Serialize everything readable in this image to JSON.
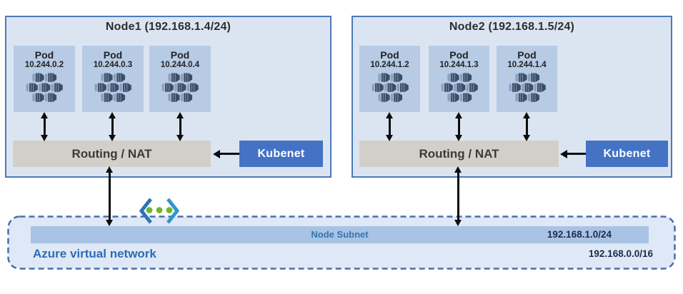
{
  "nodes": [
    {
      "title": "Node1 (192.168.1.4/24)",
      "pods": [
        {
          "label": "Pod",
          "ip": "10.244.0.2"
        },
        {
          "label": "Pod",
          "ip": "10.244.0.3"
        },
        {
          "label": "Pod",
          "ip": "10.244.0.4"
        }
      ],
      "routing_label": "Routing / NAT",
      "kubenet_label": "Kubenet"
    },
    {
      "title": "Node2 (192.168.1.5/24)",
      "pods": [
        {
          "label": "Pod",
          "ip": "10.244.1.2"
        },
        {
          "label": "Pod",
          "ip": "10.244.1.3"
        },
        {
          "label": "Pod",
          "ip": "10.244.1.4"
        }
      ],
      "routing_label": "Routing / NAT",
      "kubenet_label": "Kubenet"
    }
  ],
  "vnet": {
    "label": "Azure virtual network",
    "subnet_label": "Node Subnet",
    "subnet_cidr": "192.168.1.0/24",
    "vnet_cidr": "192.168.0.0/16"
  },
  "icons": {
    "pod_icon": "container-cluster-icon",
    "vnet_icon": "vnet-chevrons-dots-icon"
  },
  "colors": {
    "node_bg": "#dbe5f2",
    "node_border": "#4d79ba",
    "pod_bg": "#b7cbe5",
    "pod_icon_dark": "#3d4d68",
    "pod_icon_light": "#8aa0bf",
    "routing_bg": "#d2cfc9",
    "kubenet_bg": "#4472c4",
    "subnet_bar_bg": "#a9c3e4",
    "vnet_bg": "#dee8f6",
    "vnet_border": "#4a6da8",
    "vnet_label_blue": "#2d6cb5",
    "subnet_label_blue": "#2e75b6",
    "cidr_text": "#1b2b4b",
    "arrow": "#0c0c0c",
    "vnet_icon_blue_left": "#2b74ba",
    "vnet_icon_blue_right": "#2e96d1",
    "vnet_icon_green": "#71b62c"
  }
}
